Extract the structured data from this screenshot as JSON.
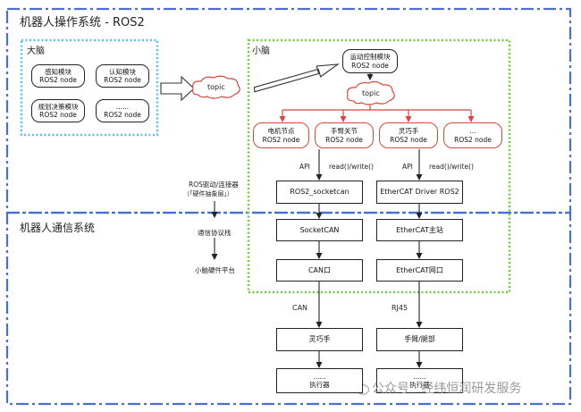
{
  "regions": {
    "os_title": "机器人操作系统 - ROS2",
    "comm_title": "机器人通信系统",
    "big_brain": "大脑",
    "small_brain": "小脑"
  },
  "big_brain_nodes": [
    {
      "line1": "感知模块",
      "line2": "ROS2 node"
    },
    {
      "line1": "认知模块",
      "line2": "ROS2 node"
    },
    {
      "line1": "规划决策模块",
      "line2": "ROS2 node"
    },
    {
      "line1": "......",
      "line2": "ROS2 node"
    }
  ],
  "topic_left": "topic",
  "motion_node": {
    "line1": "运动控制模块",
    "line2": "ROS2 node"
  },
  "topic_right": "topic",
  "red_nodes": [
    {
      "line1": "电机节点",
      "line2": "ROS2 node"
    },
    {
      "line1": "手臂关节",
      "line2": "ROS2 node"
    },
    {
      "line1": "灵巧手",
      "line2": "ROS2 node"
    },
    {
      "line1": "...",
      "line2": "ROS2 node"
    }
  ],
  "api_labels": {
    "left_api": "API",
    "left_rw": "read()/write()",
    "right_api": "API",
    "right_rw": "read()/write()"
  },
  "left_chain": [
    "ROS2_socketcan",
    "SocketCAN",
    "CAN口"
  ],
  "right_chain": [
    "EtherCAT Driver ROS2",
    "EtherCAT主站",
    "EtherCAT网口"
  ],
  "layer_labels": {
    "driver": "ROS驱动/连接器",
    "driver_sub": "（「硬件抽象层」）",
    "protocol": "通信协议栈",
    "hardware": "小脑硬件平台"
  },
  "bus_labels": {
    "left": "CAN",
    "right": "RJ45"
  },
  "devices": {
    "left": "灵巧手",
    "right": "手臂/腿部",
    "left_act_dots": "......",
    "left_act": "执行器",
    "right_act_dots": "......",
    "right_act": "执行器"
  },
  "watermark": "公众号 · 经纬恒润研发服务",
  "colors": {
    "blue_dash": "#4a6fd0",
    "cyan_dot": "#5bc0e8",
    "green_dot": "#6fc940",
    "red": "#d2483a"
  }
}
